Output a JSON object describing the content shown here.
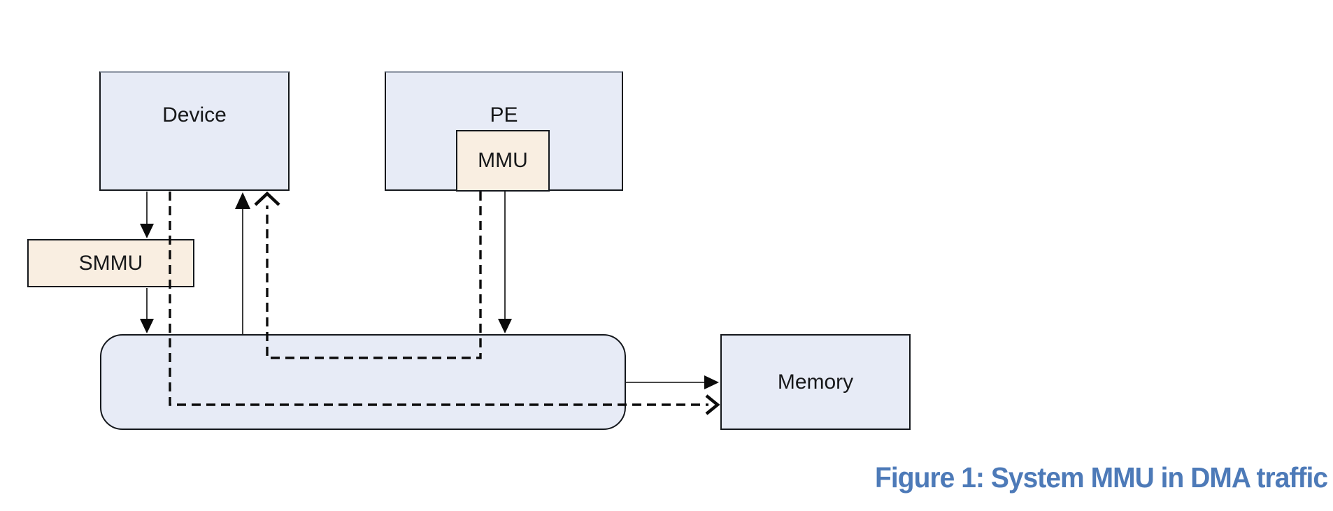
{
  "figure": {
    "caption": "Figure 1: System MMU in DMA traffic"
  },
  "nodes": {
    "device": {
      "label": "Device"
    },
    "pe": {
      "label": "PE"
    },
    "mmu": {
      "label": "MMU",
      "parent": "pe"
    },
    "smmu": {
      "label": "SMMU"
    },
    "interconnect": {
      "label": ""
    },
    "memory": {
      "label": "Memory"
    }
  },
  "edges": [
    {
      "from": "Device",
      "to": "SMMU",
      "style": "solid",
      "arrowhead": "filled"
    },
    {
      "from": "SMMU",
      "to": "interconnect",
      "style": "solid",
      "arrowhead": "filled"
    },
    {
      "from": "interconnect",
      "to": "Device",
      "style": "solid",
      "arrowhead": "filled"
    },
    {
      "from": "MMU",
      "to": "interconnect",
      "style": "solid",
      "arrowhead": "filled"
    },
    {
      "from": "interconnect",
      "to": "Memory",
      "style": "solid",
      "arrowhead": "filled"
    },
    {
      "from": "Device",
      "to": "Memory",
      "via": "interconnect",
      "style": "dashed",
      "arrowhead": "open"
    },
    {
      "from": "MMU",
      "to": "Device",
      "via": "interconnect",
      "style": "dashed",
      "arrowhead": "open"
    }
  ],
  "colors": {
    "node_fill": "#e7ebf6",
    "mmu_fill": "#f9eee1",
    "border": "#14171c",
    "line": "#0b0b0b",
    "caption": "#4d7ab8",
    "background": "#ffffff"
  }
}
